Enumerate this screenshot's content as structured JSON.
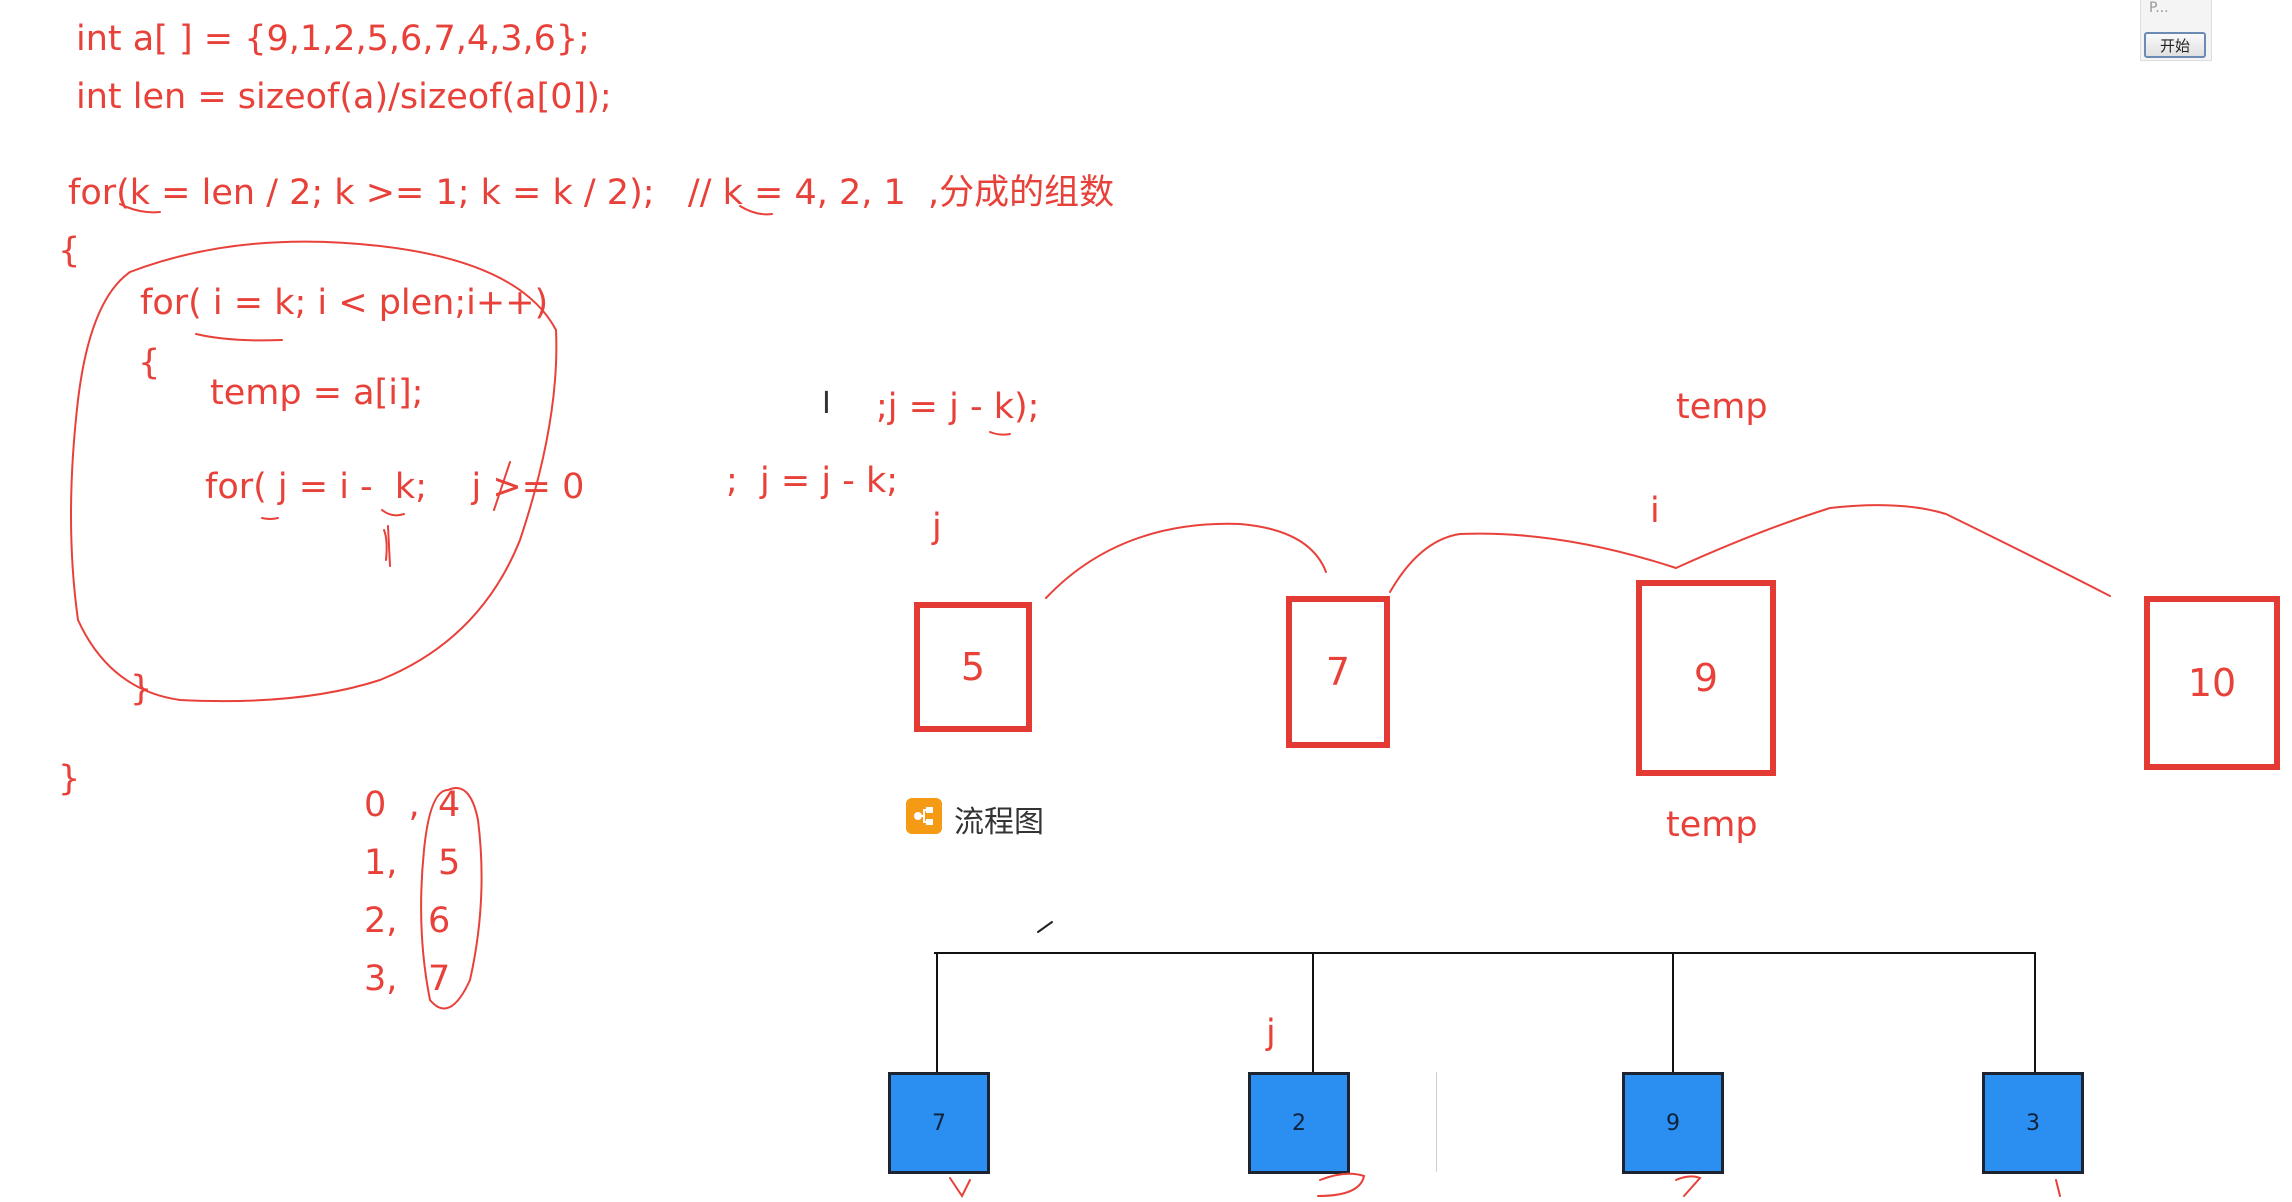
{
  "code": {
    "line1": "int a[ ] = {9,1,2,5,6,7,4,3,6};",
    "line2": "int len = sizeof(a)/sizeof(a[0]);",
    "line3": "for(k = len / 2; k >= 1; k = k / 2);   // k = 4, 2, 1  ,分成的组数",
    "brace_open": "{",
    "line4": "for( i = k; i < plen;i++)",
    "brace_open2": "{",
    "line5": "temp = a[i];",
    "line6": "for( j = i -  k;    j >= 0",
    "brace_close2": "}",
    "brace_close": "}"
  },
  "notes": {
    "frag1": ";j = j - k);",
    "frag2": ";  j = j - k;",
    "pairs": [
      {
        "left": "0  ,",
        "right": "4"
      },
      {
        "left": "1,",
        "right": "5"
      },
      {
        "left": "2,",
        "right": "6"
      },
      {
        "left": "3,",
        "right": "7"
      }
    ]
  },
  "labels": {
    "temp_top": "temp",
    "i_label": "i",
    "j_label": "j",
    "temp_bottom": "temp",
    "j_label2": "j"
  },
  "boxes": [
    {
      "value": "5"
    },
    {
      "value": "7"
    },
    {
      "value": "9"
    },
    {
      "value": "10"
    }
  ],
  "flowchart": {
    "label": "流程图",
    "icon": "flowchart-icon",
    "nodes": [
      {
        "value": "7"
      },
      {
        "value": "2"
      },
      {
        "value": "9"
      },
      {
        "value": "3"
      }
    ]
  },
  "mini_window": {
    "title": "P...",
    "start_button": "开始"
  },
  "colors": {
    "ink": "#e8413a",
    "box_border": "#e33a33",
    "node_fill": "#2b8ff2",
    "flow_icon": "#f59a14"
  }
}
